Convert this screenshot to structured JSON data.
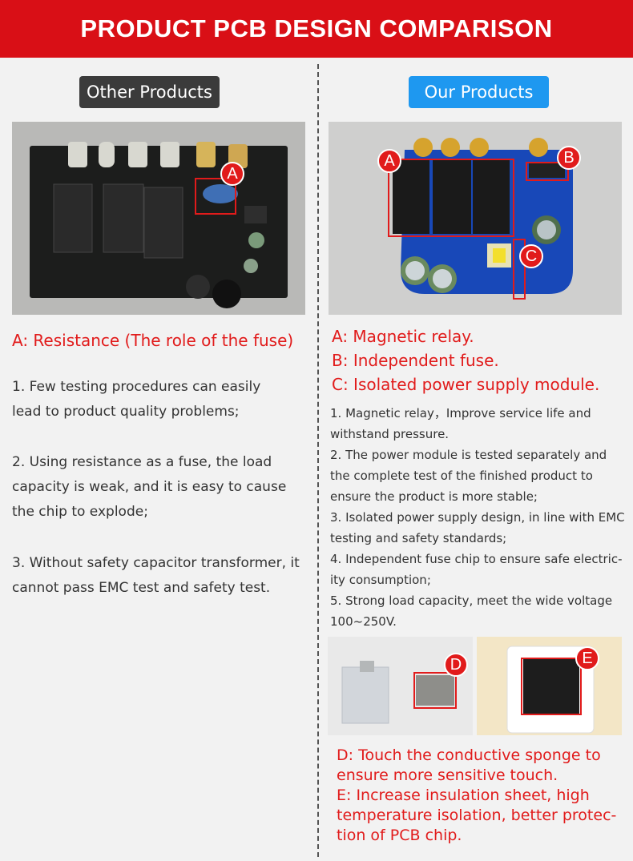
{
  "header": {
    "title": "PRODUCT PCB DESIGN COMPARISON"
  },
  "left": {
    "badge": "Other Products",
    "marker_a": "A",
    "caption": "A: Resistance (The role of the fuse)",
    "points": [
      "1. Few testing procedures can easily lead to product quality problems;",
      "2. Using resistance as a fuse, the load capacity is weak, and it is easy to cause the chip to explode;",
      "3. Without safety capacitor transformer, it cannot pass EMC test and safety test."
    ]
  },
  "right": {
    "badge": "Our Products",
    "marker_a": "A",
    "marker_b": "B",
    "marker_c": "C",
    "marker_d": "D",
    "marker_e": "E",
    "captions": [
      "A: Magnetic relay.",
      "B: Independent fuse.",
      "C: Isolated power supply module."
    ],
    "points": [
      "1.  Magnetic relay，Improve service life and withstand pressure.",
      "2. The power module is tested separately and the complete test of the finished product to ensure the product is more stable;",
      "3. Isolated power supply design, in line with EMC testing and safety standards;",
      "4. Independent fuse chip to ensure safe electric-ity consumption;",
      "5. Strong load capacity, meet the wide voltage 100~250V."
    ],
    "bottom_notes": [
      "D: Touch the conductive sponge to ensure more sensitive touch.",
      "E: Increase insulation sheet, high temperature isolation, better protec-tion of PCB chip."
    ]
  },
  "colors": {
    "header_red": "#d90f16",
    "accent_red": "#e11b1b",
    "badge_blue": "#1e98f0",
    "badge_dark": "#3b3b3b"
  }
}
